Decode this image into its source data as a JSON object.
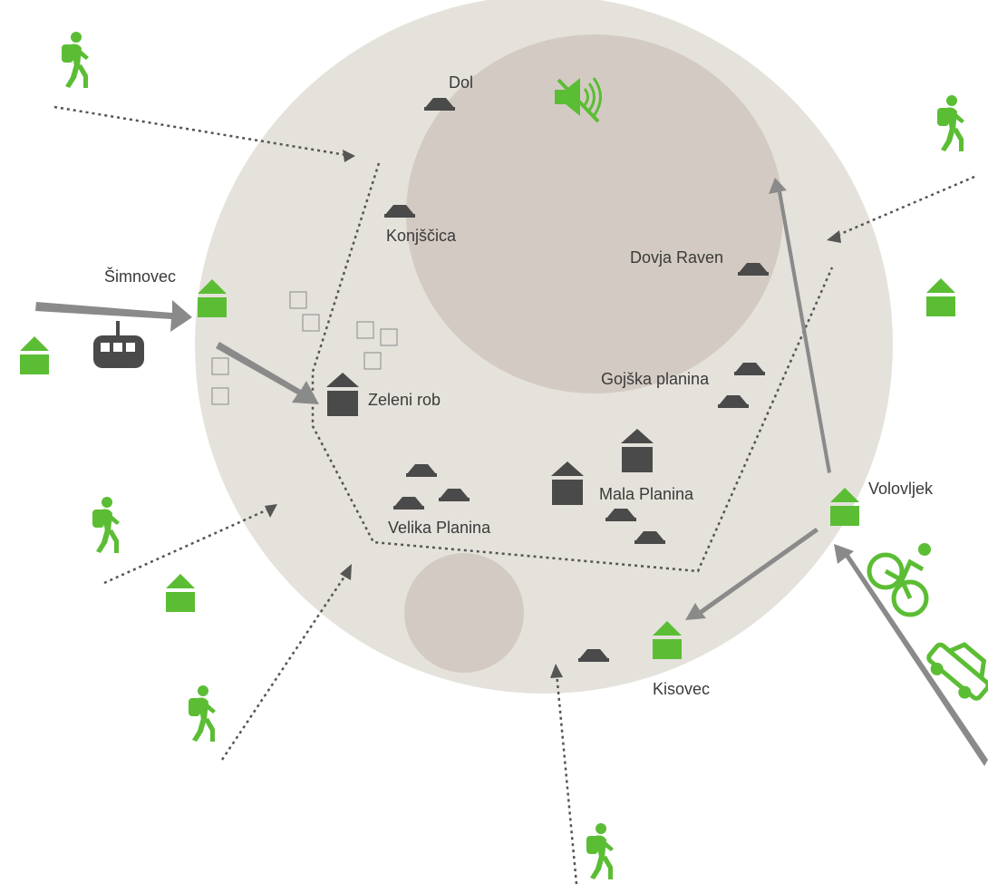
{
  "colors": {
    "outer_zone": "#e4e2db",
    "inner_zone": "#d3cbc3",
    "green": "#5bbd34",
    "hut": "#4a4a4a",
    "arrow": "#8a8a8a",
    "path": "#555555",
    "text": "#3a3a3a"
  },
  "places": {
    "dol": "Dol",
    "konjscica": "Konjščica",
    "dovja_raven": "Dovja Raven",
    "simnovec": "Šimnovec",
    "gojska_planina": "Gojška planina",
    "zeleni_rob": "Zeleni rob",
    "mala_planina": "Mala Planina",
    "velika_planina": "Velika Planina",
    "volovljek": "Volovljek",
    "kisovec": "Kisovec"
  },
  "icons": [
    "hiker-icon",
    "cable-car-icon",
    "cyclist-icon",
    "car-icon",
    "no-sound-icon",
    "green-house-icon",
    "hut-icon",
    "empty-square-icon"
  ]
}
